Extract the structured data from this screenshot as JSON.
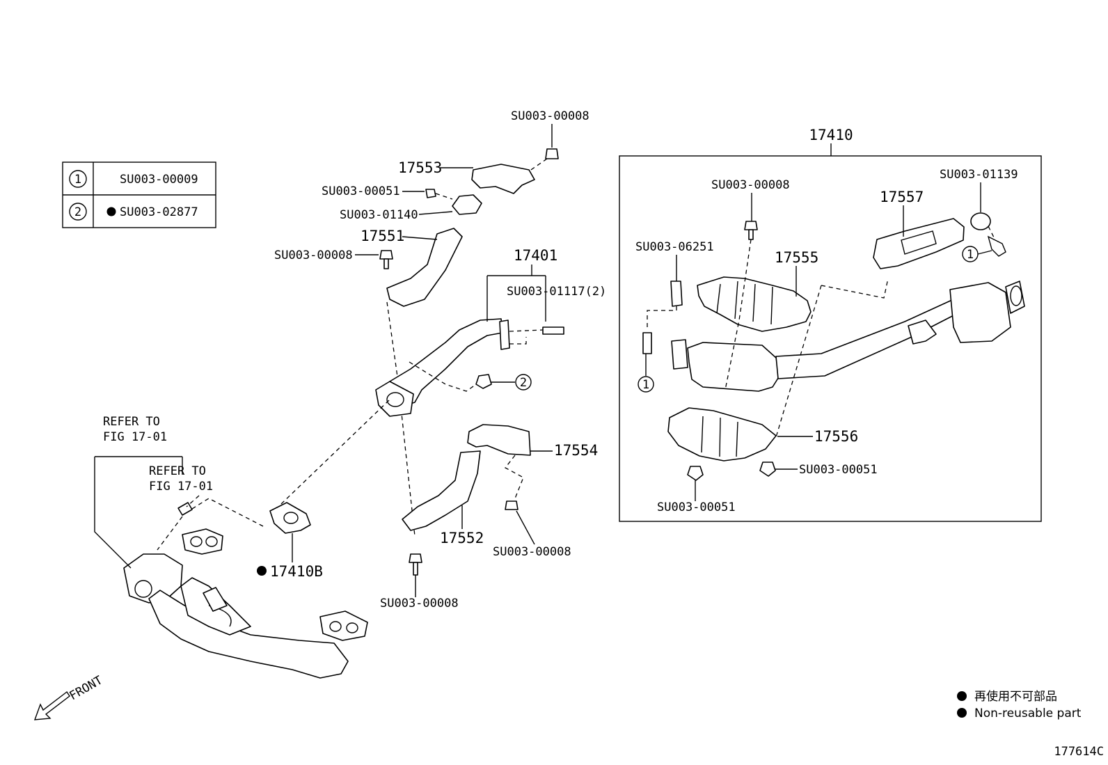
{
  "legend_table": {
    "rows": [
      {
        "marker": "1",
        "code": "SU003-00009",
        "non_reusable": false
      },
      {
        "marker": "2",
        "code": "SU003-02877",
        "non_reusable": true
      }
    ]
  },
  "callouts": {
    "c17410": "17410",
    "c17401": "17401",
    "c17553": "17553",
    "c17551": "17551",
    "c17554": "17554",
    "c17552": "17552",
    "c17555": "17555",
    "c17557": "17557",
    "c17556": "17556",
    "c17410b": "17410B",
    "su_00008_top": "SU003-00008",
    "su_00051_left": "SU003-00051",
    "su_01140": "SU003-01140",
    "su_00008_left": "SU003-00008",
    "su_01117": "SU003-01117(2)",
    "su_00008_mid": "SU003-00008",
    "su_00008_bottom": "SU003-00008",
    "su_00008_box": "SU003-00008",
    "su_06251": "SU003-06251",
    "su_01139": "SU003-01139",
    "su_00051_box_right": "SU003-00051",
    "su_00051_box_bottom": "SU003-00051",
    "refer1_line1": "REFER TO",
    "refer1_line2": "FIG 17-01",
    "refer2_line1": "REFER TO",
    "refer2_line2": "FIG 17-01",
    "front": "FRONT",
    "marker_1": "1",
    "marker_2": "2"
  },
  "legend_notes": {
    "japanese": "再使用不可部品",
    "english": "Non-reusable part"
  },
  "figure_id": "177614C"
}
